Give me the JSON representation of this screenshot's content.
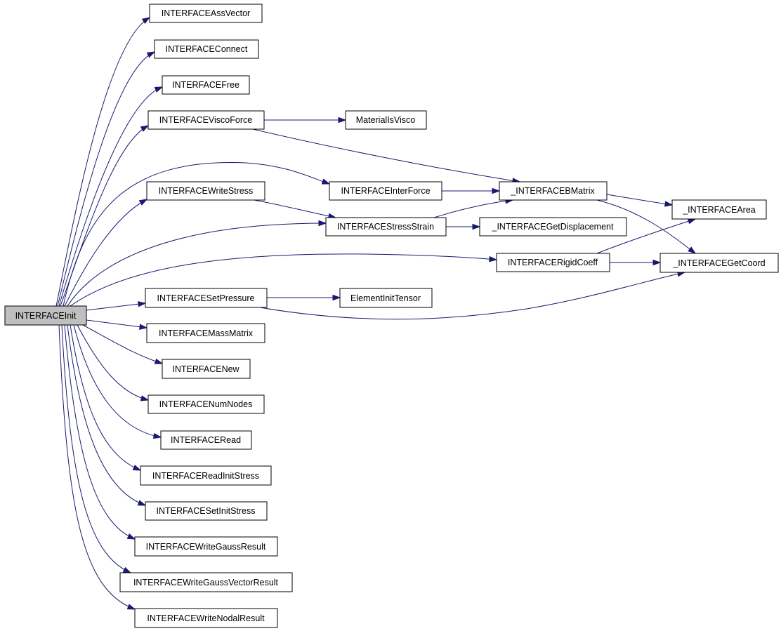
{
  "graph": {
    "root": "INTERFACEInit",
    "nodes": {
      "init": "INTERFACEInit",
      "assvector": "INTERFACEAssVector",
      "connect": "INTERFACEConnect",
      "free": "INTERFACEFree",
      "viscoforce": "INTERFACEViscoForce",
      "materialisvisco": "MaterialIsVisco",
      "writestress": "INTERFACEWriteStress",
      "interforce": "INTERFACEInterForce",
      "bmatrix": "_INTERFACEBMatrix",
      "area": "_INTERFACEArea",
      "stressstrain": "INTERFACEStressStrain",
      "getdisplacement": "_INTERFACEGetDisplacement",
      "rigidcoeff": "INTERFACERigidCoeff",
      "getcoord": "_INTERFACEGetCoord",
      "setpressure": "INTERFACESetPressure",
      "elementinittensor": "ElementInitTensor",
      "massmatrix": "INTERFACEMassMatrix",
      "new": "INTERFACENew",
      "numnodes": "INTERFACENumNodes",
      "read": "INTERFACERead",
      "readinitstress": "INTERFACEReadInitStress",
      "setinitstress": "INTERFACESetInitStress",
      "writegaussresult": "INTERFACEWriteGaussResult",
      "writegaussvectorresult": "INTERFACEWriteGaussVectorResult",
      "writenodalresult": "INTERFACEWriteNodalResult"
    },
    "edges": [
      [
        "init",
        "assvector"
      ],
      [
        "init",
        "connect"
      ],
      [
        "init",
        "free"
      ],
      [
        "init",
        "viscoforce"
      ],
      [
        "init",
        "interforce"
      ],
      [
        "init",
        "writestress"
      ],
      [
        "init",
        "stressstrain"
      ],
      [
        "init",
        "rigidcoeff"
      ],
      [
        "init",
        "setpressure"
      ],
      [
        "init",
        "massmatrix"
      ],
      [
        "init",
        "new"
      ],
      [
        "init",
        "numnodes"
      ],
      [
        "init",
        "read"
      ],
      [
        "init",
        "readinitstress"
      ],
      [
        "init",
        "setinitstress"
      ],
      [
        "init",
        "writegaussresult"
      ],
      [
        "init",
        "writegaussvectorresult"
      ],
      [
        "init",
        "writenodalresult"
      ],
      [
        "viscoforce",
        "materialisvisco"
      ],
      [
        "viscoforce",
        "bmatrix"
      ],
      [
        "interforce",
        "bmatrix"
      ],
      [
        "writestress",
        "stressstrain"
      ],
      [
        "stressstrain",
        "bmatrix"
      ],
      [
        "stressstrain",
        "getdisplacement"
      ],
      [
        "bmatrix",
        "area"
      ],
      [
        "bmatrix",
        "getcoord"
      ],
      [
        "rigidcoeff",
        "area"
      ],
      [
        "rigidcoeff",
        "getcoord"
      ],
      [
        "setpressure",
        "elementinittensor"
      ],
      [
        "setpressure",
        "getcoord"
      ]
    ]
  }
}
